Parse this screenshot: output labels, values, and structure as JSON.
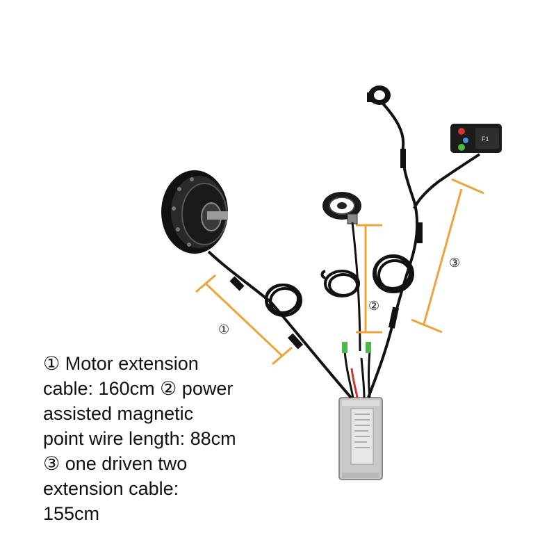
{
  "markers": {
    "m1": "①",
    "m2": "②",
    "m3": "③"
  },
  "caption": {
    "line1": "① Motor extension",
    "line2": "cable: 160cm ② power",
    "line3": "assisted magnetic",
    "line4": "point wire length: 88cm",
    "line5": "③ one driven two",
    "line6": "extension cable:",
    "line7": "155cm"
  },
  "display": {
    "screen_text": "F1"
  },
  "colors": {
    "dimension_line": "#f0a23a",
    "cable": "#111111",
    "controller": "#c8c8c8",
    "connector_green": "#4cb848",
    "wire_red": "#d0342c"
  }
}
